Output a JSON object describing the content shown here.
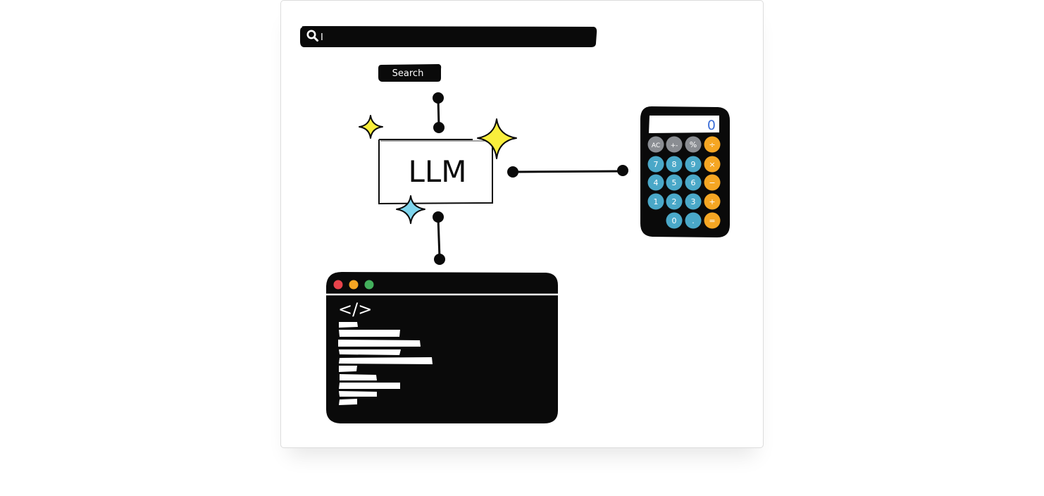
{
  "diagram": {
    "search_bar": {
      "cursor_text": "I"
    },
    "search_button": {
      "label": "Search"
    },
    "llm_box": {
      "label": "LLM"
    },
    "calculator": {
      "display_value": "0",
      "keys": [
        [
          "AC",
          "+-",
          "%",
          "÷"
        ],
        [
          "7",
          "8",
          "9",
          "×"
        ],
        [
          "4",
          "5",
          "6",
          "−"
        ],
        [
          "1",
          "2",
          "3",
          "+"
        ],
        [
          "",
          "0",
          ".",
          "="
        ]
      ],
      "colors": {
        "function_key": "#8a8d92",
        "number_key": "#4aa8c8",
        "operator_key": "#f5a623",
        "display_digit": "#3d6fd8"
      }
    },
    "code_window": {
      "code_symbol": "</>",
      "traffic_light_colors": [
        "#e8434b",
        "#f5a623",
        "#43b05c"
      ]
    },
    "sparkle_colors": {
      "yellow": "#f9ee3c",
      "blue": "#7fd6ee"
    }
  }
}
